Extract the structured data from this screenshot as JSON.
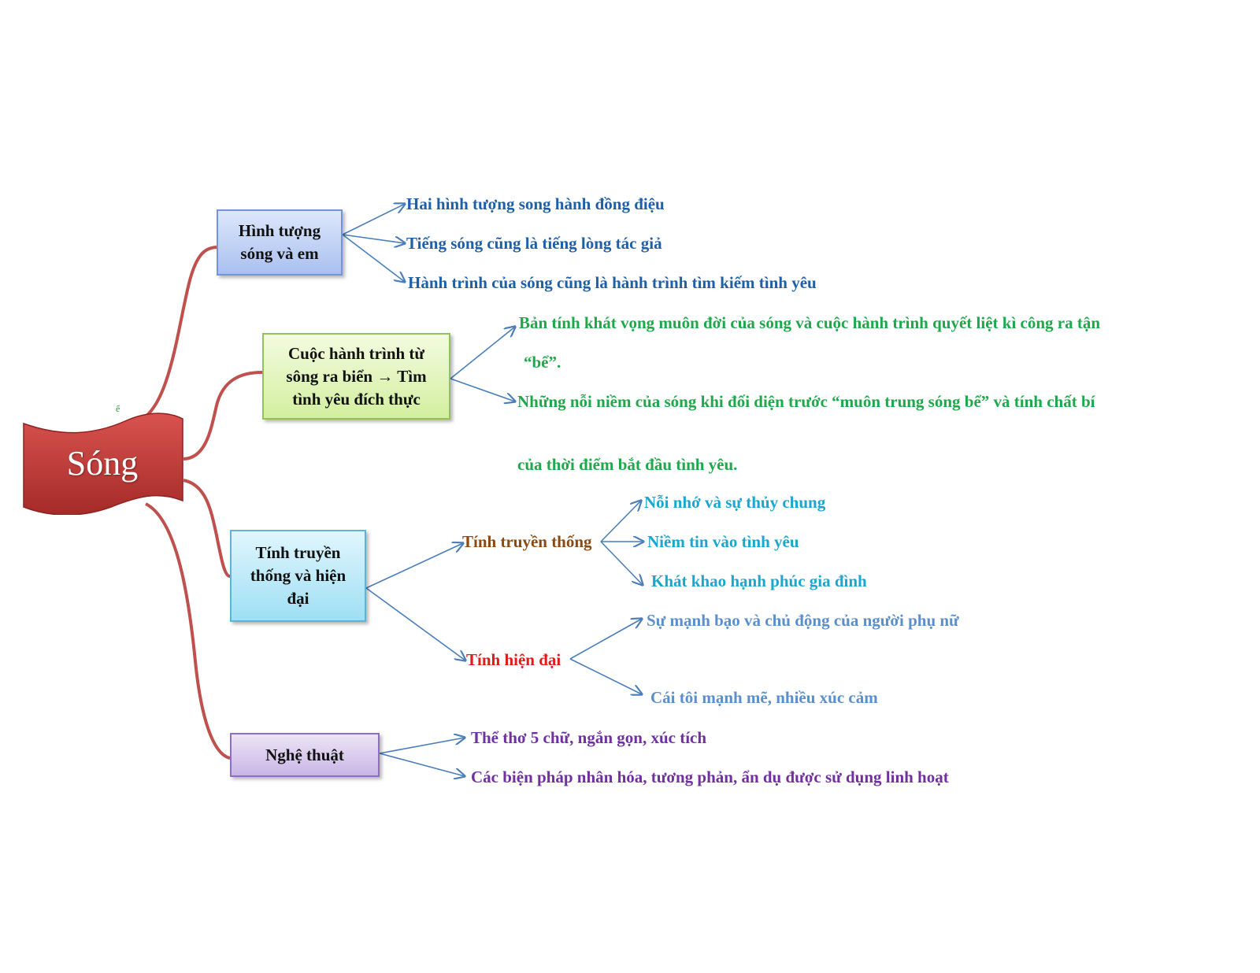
{
  "central": {
    "label": "Sóng"
  },
  "stray_mark": "ể",
  "branches": [
    {
      "label": "Hình tượng sóng và em",
      "items": [
        "Hai hình tượng song hành đồng điệu",
        "Tiếng sóng cũng là tiếng lòng tác giả",
        "Hành trình của sóng cũng là hành trình tìm kiếm tình yêu"
      ]
    },
    {
      "label": "Cuộc hành trình từ sông ra biển → Tìm tình yêu đích thực",
      "items": [
        "Bản tính khát vọng muôn đời của sóng và cuộc hành trình quyết liệt kì công ra tận",
        "“bể”.",
        "Những nỗi niềm của sóng khi đối diện trước “muôn trung sóng bể” và tính chất bí",
        "của thời điểm bắt đầu tình yêu."
      ]
    },
    {
      "label": "Tính truyền thống và hiện đại",
      "sub": [
        {
          "label": "Tính truyền thống",
          "items": [
            "Nỗi nhớ và sự thủy chung",
            "Niềm tin vào tình yêu",
            "Khát khao hạnh phúc gia đình"
          ]
        },
        {
          "label": "Tính hiện đại",
          "items": [
            "Sự mạnh bạo và chủ động của người phụ nữ",
            "Cái tôi mạnh mẽ, nhiều xúc cảm"
          ]
        }
      ]
    },
    {
      "label": "Nghệ thuật",
      "items": [
        "Thể thơ 5 chữ, ngắn gọn, xúc tích",
        "Các biện pháp nhân hóa, tương phản, ẩn dụ được sử dụng linh hoạt"
      ]
    }
  ],
  "colors": {
    "central": "#c0393b",
    "curve": "#c0504d",
    "arrow": "#4a7ebb",
    "branch1_text": "#1f5fa8",
    "branch2_text": "#1fa84b",
    "traditional_label": "#8b4a12",
    "traditional_items": "#1aa6cf",
    "modern_label": "#e01b1b",
    "modern_items": "#5b8fcc",
    "art_items": "#7030a0"
  }
}
